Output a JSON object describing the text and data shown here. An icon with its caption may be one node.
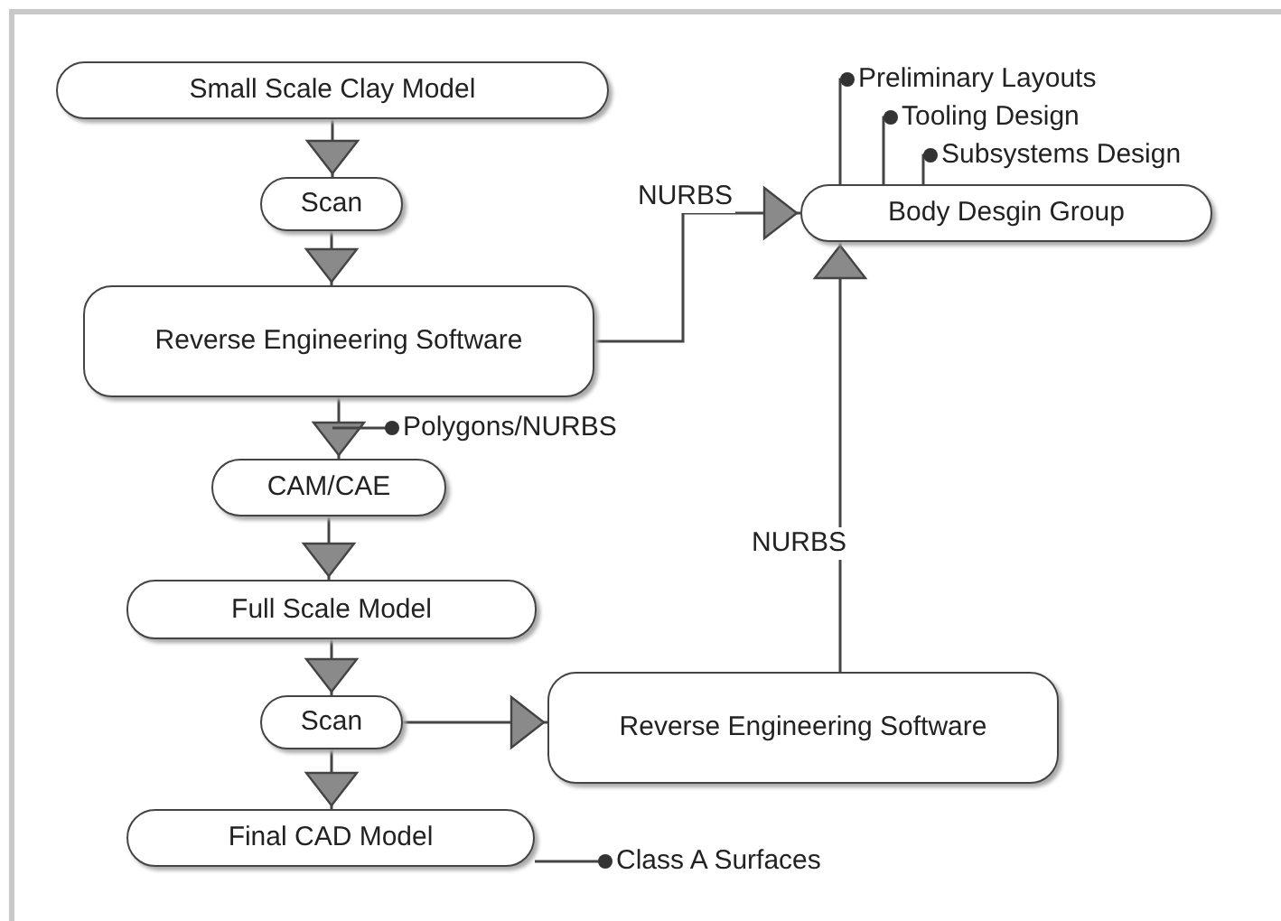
{
  "diagram": {
    "nodes": [
      {
        "text": [
          "Small Scale Clay Model"
        ]
      },
      {
        "text": [
          "Scan"
        ]
      },
      {
        "text": [
          "Reverse Engineering Software"
        ]
      },
      {
        "text": [
          "CAM/CAE"
        ]
      },
      {
        "text": [
          "Full Scale Model"
        ]
      },
      {
        "text": [
          "Scan"
        ]
      },
      {
        "text": [
          "Reverse Engineering Software"
        ]
      },
      {
        "text": [
          "Final CAD Model"
        ]
      },
      {
        "text": [
          "Body Desgin Group"
        ]
      },
      {
        "text": [
          "Preliminary Layouts"
        ]
      },
      {
        "text": [
          "Tooling Design"
        ]
      },
      {
        "text": [
          "Subsystems Design"
        ]
      },
      {
        "text": [
          "Polygons/NURBS"
        ]
      },
      {
        "text": [
          "Class A Surfaces"
        ]
      }
    ],
    "edges": [
      {
        "from": 0,
        "to": 1,
        "arrow": "to"
      },
      {
        "from": 1,
        "to": 2,
        "arrow": "to"
      },
      {
        "from": 2,
        "to": 3,
        "arrow": "to"
      },
      {
        "from": 3,
        "to": 4,
        "arrow": "to"
      },
      {
        "from": 4,
        "to": 5,
        "arrow": "to"
      },
      {
        "from": 5,
        "to": 7,
        "arrow": "to"
      },
      {
        "from": 2,
        "to": 8,
        "arrow": "to",
        "label": "NURBS"
      },
      {
        "from": 5,
        "to": 6,
        "arrow": "to"
      },
      {
        "from": 6,
        "to": 8,
        "arrow": "to",
        "label": "NURBS"
      },
      {
        "from": 9,
        "to": 8,
        "arrow": "other"
      },
      {
        "from": 10,
        "to": 8,
        "arrow": "other"
      },
      {
        "from": 11,
        "to": 8,
        "arrow": "other"
      },
      {
        "from": 12,
        "to": null,
        "arrow": "other"
      },
      {
        "from": 13,
        "to": 7,
        "arrow": "other"
      }
    ]
  }
}
